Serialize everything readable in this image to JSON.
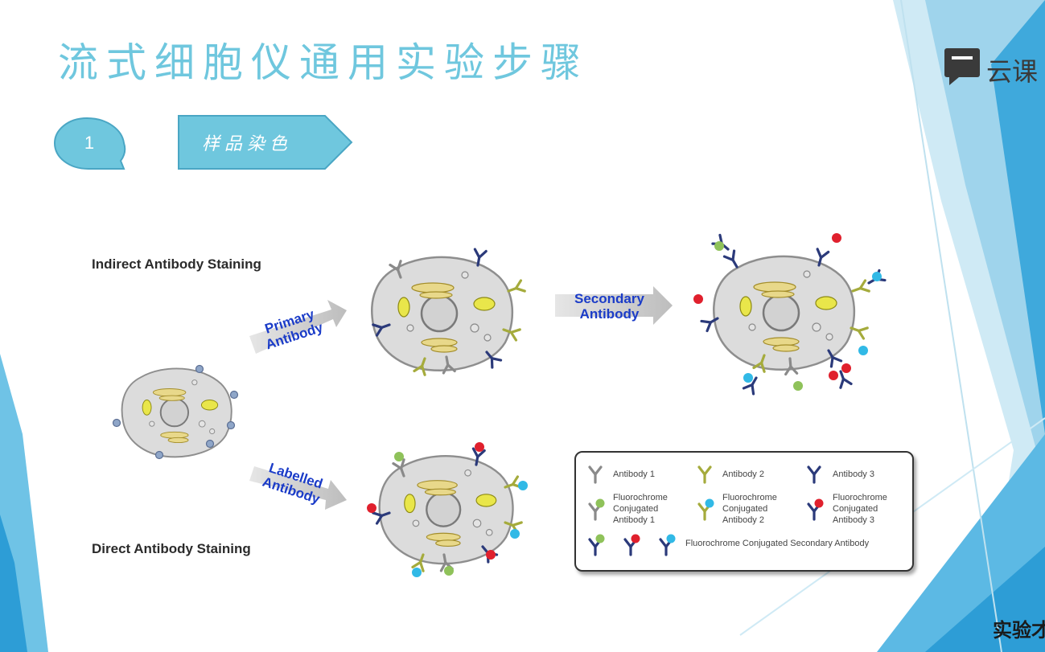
{
  "slide": {
    "title": "流式细胞仪通用实验步骤",
    "step_number": "1",
    "step_label": "样品染色",
    "logo_text": "云课",
    "watermark": "实验才"
  },
  "diagram": {
    "indirect_label": "Indirect Antibody  Staining",
    "direct_label": "Direct Antibody  Staining",
    "arrow_primary": [
      "Primary",
      "Antibody"
    ],
    "arrow_secondary": [
      "Secondary",
      "Antibody"
    ],
    "arrow_labelled": [
      "Labelled",
      "Antibody"
    ]
  },
  "legend": {
    "antibody1": "Antibody 1",
    "antibody2": "Antibody 2",
    "antibody3": "Antibody 3",
    "fluoro1": [
      "Fluorochrome",
      "Conjugated",
      "Antibody 1"
    ],
    "fluoro2": [
      "Fluorochrome",
      "Conjugated",
      "Antibody 2"
    ],
    "fluoro3": [
      "Fluorochrome",
      "Conjugated",
      "Antibody 3"
    ],
    "secondary": "Fluorochrome Conjugated Secondary Antibody"
  },
  "colors": {
    "accent": "#6fc7de",
    "arrow_text": "#1b3cc8",
    "antibody1": "#8a8a8a",
    "antibody2": "#a5ab3c",
    "antibody3": "#2b3a7a",
    "fluor_green": "#8fc25a",
    "fluor_cyan": "#31b9e6",
    "fluor_red": "#e0202d"
  }
}
